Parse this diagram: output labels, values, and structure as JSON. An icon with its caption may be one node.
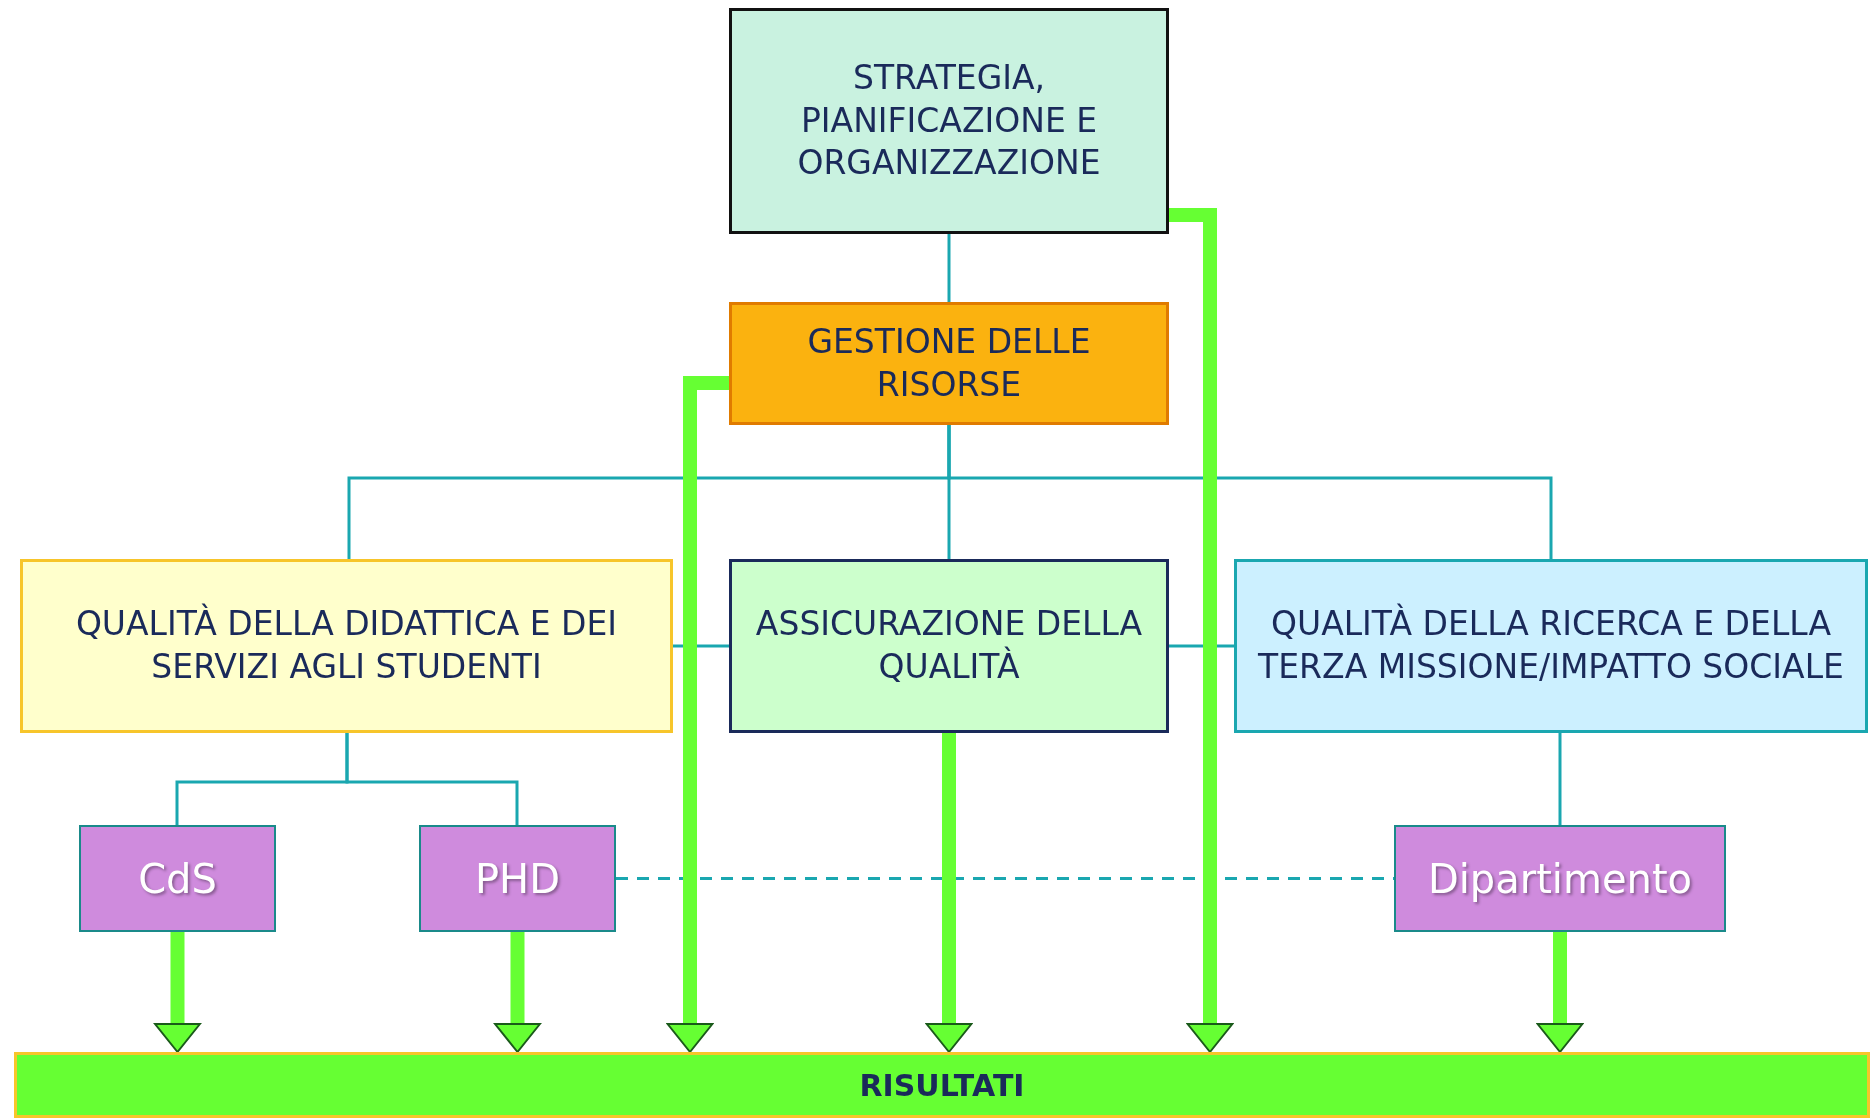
{
  "diagram": {
    "nodes": [
      {
        "text": [
          "STRATEGIA, PIANIFICAZIONE E ORGANIZZAZIONE"
        ]
      },
      {
        "text": [
          "GESTIONE DELLE RISORSE"
        ]
      },
      {
        "text": [
          "QUALITÀ DELLA DIDATTICA E DEI SERVIZI AGLI STUDENTI"
        ]
      },
      {
        "text": [
          "ASSICURAZIONE DELLA QUALITÀ"
        ]
      },
      {
        "text": [
          "QUALITÀ DELLA RICERCA E DELLA TERZA MISSIONE/IMPATTO SOCIALE"
        ]
      },
      {
        "text": [
          "CdS"
        ]
      },
      {
        "text": [
          "PHD"
        ]
      },
      {
        "text": [
          "Dipartimento"
        ]
      },
      {
        "text": [
          "RISULTATI"
        ]
      }
    ],
    "edges": [
      {
        "from": 0,
        "to": 1,
        "arrow": "none"
      },
      {
        "from": 1,
        "to": 2,
        "arrow": "none"
      },
      {
        "from": 1,
        "to": 3,
        "arrow": "none"
      },
      {
        "from": 1,
        "to": 4,
        "arrow": "none"
      },
      {
        "from": 2,
        "to": 3,
        "arrow": "none"
      },
      {
        "from": 3,
        "to": 4,
        "arrow": "none"
      },
      {
        "from": 2,
        "to": 5,
        "arrow": "none"
      },
      {
        "from": 2,
        "to": 6,
        "arrow": "none"
      },
      {
        "from": 4,
        "to": 7,
        "arrow": "none"
      },
      {
        "from": 6,
        "to": 7,
        "arrow": "none",
        "style": "dashed"
      },
      {
        "from": 0,
        "to": 8,
        "arrow": "to",
        "style": "thick",
        "color": "#66ff33"
      },
      {
        "from": 1,
        "to": 8,
        "arrow": "to",
        "style": "thick",
        "color": "#66ff33"
      },
      {
        "from": 3,
        "to": 8,
        "arrow": "to",
        "style": "thick",
        "color": "#66ff33"
      },
      {
        "from": 5,
        "to": 8,
        "arrow": "to",
        "style": "thick",
        "color": "#66ff33"
      },
      {
        "from": 6,
        "to": 8,
        "arrow": "to",
        "style": "thick",
        "color": "#66ff33"
      },
      {
        "from": 7,
        "to": 8,
        "arrow": "to",
        "style": "thick",
        "color": "#66ff33"
      }
    ]
  }
}
